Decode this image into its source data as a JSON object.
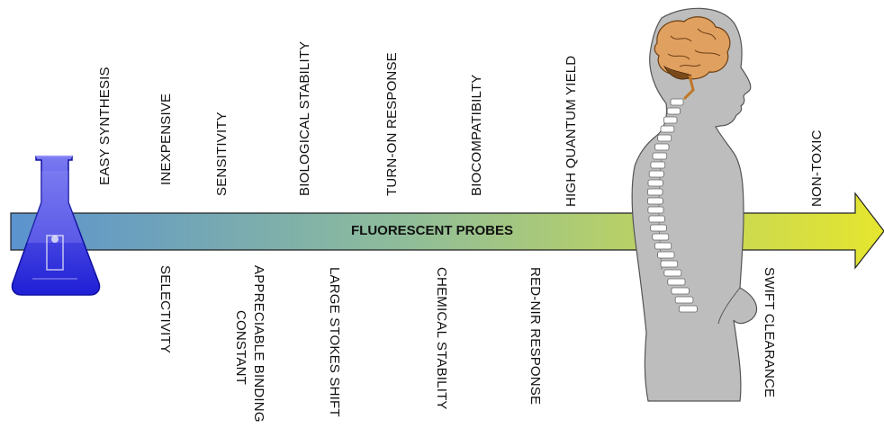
{
  "arrow": {
    "label": "FLUORESCENT PROBES",
    "gradient_start": "#5b93cf",
    "gradient_mid": "#8fbd9a",
    "gradient_end": "#e6e62e"
  },
  "properties_top": [
    "EASY SYNTHESIS",
    "INEXPENSIVE",
    "SENSITIVITY",
    "BIOLOGICAL STABILITY",
    "TURN-ON RESPONSE",
    "BIOCOMPATIBILTY",
    "HIGH  QUANTUM YIELD",
    "NON-TOXIC"
  ],
  "properties_bottom": [
    "SELECTIVITY",
    "APPRECIABLE BINDING",
    "CONSTANT",
    "LARGE STOKES SHIFT",
    "CHEMICAL STABILITY",
    "RED-NIR RESPONSE",
    "SWIFT CLEARANCE"
  ],
  "icons": {
    "flask": "erlenmeyer-flask-icon",
    "human": "human-body-silhouette-icon",
    "brain": "brain-icon",
    "spine": "spine-icon"
  },
  "colors": {
    "flask_liquid": "#2f2fe8",
    "body_fill": "#bdbdbd",
    "brain_fill": "#e0a060"
  }
}
